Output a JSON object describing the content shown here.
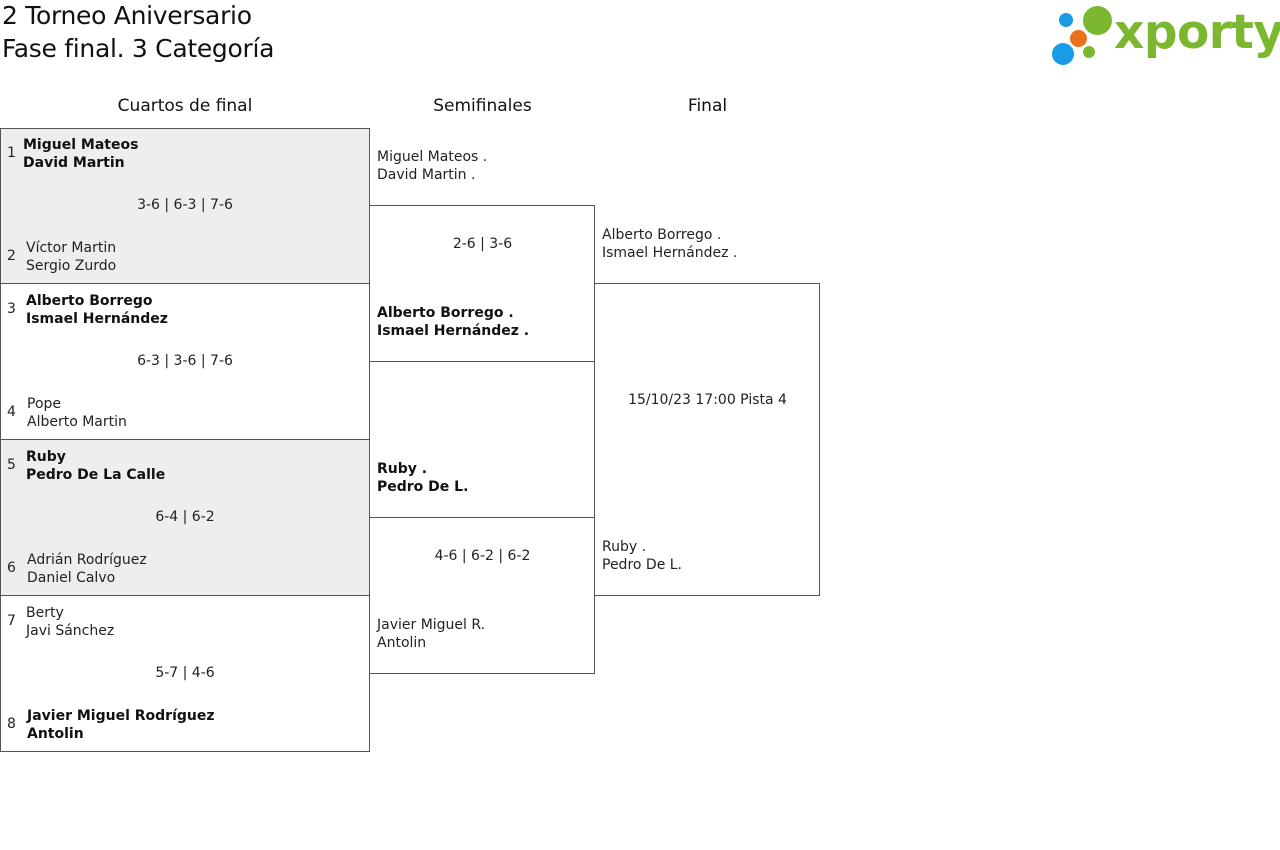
{
  "header": {
    "title": "2 Torneo Aniversario",
    "subtitle": "Fase final. 3 Categoría",
    "logo_text": "xporty",
    "logo_colors": [
      "#1a9be6",
      "#e8711c",
      "#7cb82f"
    ]
  },
  "columns": {
    "quarters": "Cuartos de final",
    "semis": "Semifinales",
    "final": "Final"
  },
  "quarterfinals": [
    {
      "seed_top": "1",
      "top": [
        "Miguel Mateos",
        "David Martin"
      ],
      "seed_bottom": "2",
      "bottom": [
        "Víctor Martin",
        "Sergio Zurdo"
      ],
      "score": "3-6 | 6-3 | 7-6"
    },
    {
      "seed_top": "3",
      "top": [
        "Alberto Borrego",
        "Ismael Hernández"
      ],
      "seed_bottom": "4",
      "bottom": [
        "Pope",
        "Alberto Martin"
      ],
      "score": "6-3 | 3-6 | 7-6"
    },
    {
      "seed_top": "5",
      "top": [
        "Ruby",
        "Pedro De La Calle"
      ],
      "seed_bottom": "6",
      "bottom": [
        "Adrián Rodríguez",
        "Daniel Calvo"
      ],
      "score": "6-4 | 6-2"
    },
    {
      "seed_top": "7",
      "top": [
        "Berty",
        "Javi Sánchez"
      ],
      "seed_bottom": "8",
      "bottom": [
        "Javier Miguel Rodríguez",
        "Antolin"
      ],
      "score": "5-7 | 4-6"
    }
  ],
  "semifinals": [
    {
      "top": [
        "Miguel Mateos .",
        "David Martin ."
      ],
      "bottom": [
        "Alberto Borrego .",
        "Ismael Hernández ."
      ],
      "score": "2-6 | 3-6"
    },
    {
      "top": [
        "Ruby .",
        "Pedro De L."
      ],
      "bottom": [
        "Javier Miguel R.",
        "Antolin"
      ],
      "score": "4-6 | 6-2 | 6-2"
    }
  ],
  "final": {
    "top": [
      "Alberto Borrego .",
      "Ismael Hernández ."
    ],
    "bottom": [
      "Ruby .",
      "Pedro De L."
    ],
    "info": "15/10/23 17:00 Pista 4"
  }
}
